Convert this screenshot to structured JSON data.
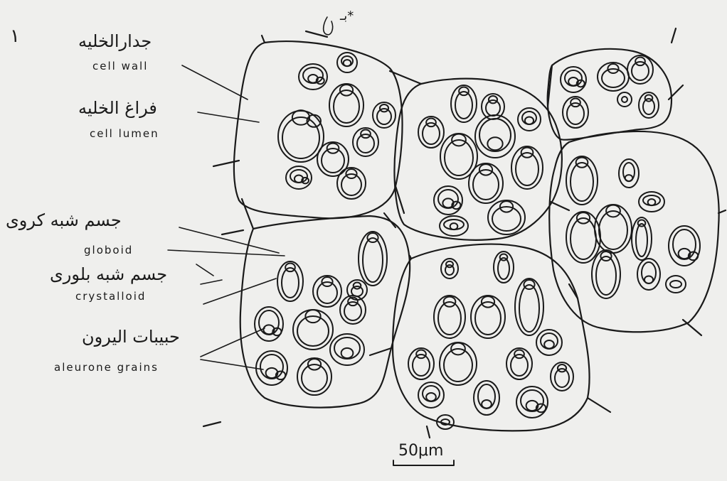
{
  "figure_number": "١",
  "top_mark": "بـ*",
  "labels": {
    "cell_wall_ar": "جدارالخليه",
    "cell_wall_en": "cell wall",
    "cell_lumen_ar": "فراغ الخليه",
    "cell_lumen_en": "cell lumen",
    "globoid_ar": "جسم شبه كروى",
    "globoid_en": "globoid",
    "crystalloid_ar": "جسم شبه بلورى",
    "crystalloid_en": "crystalloid",
    "aleurone_ar": "حبيبات اليرون",
    "aleurone_en": "aleurone grains"
  },
  "scale_bar": "50μm"
}
